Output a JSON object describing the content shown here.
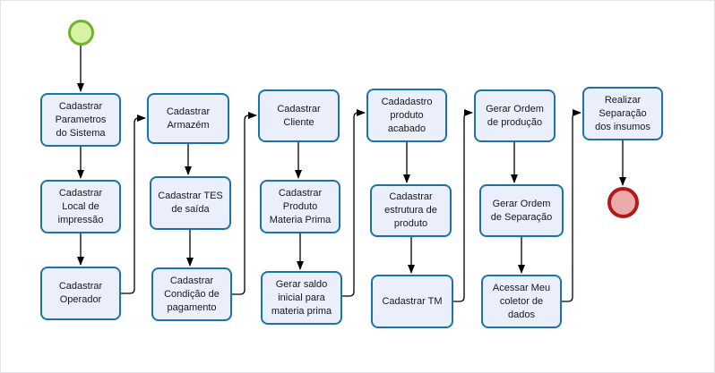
{
  "diagram": {
    "type": "flowchart",
    "colors": {
      "background": "#ffffff",
      "frame_border": "#e4e4e8",
      "task_fill": "#eaeffb",
      "task_border": "#1a73aa",
      "task_text": "#14181f",
      "start_fill": "#d7f1a5",
      "start_border": "#72b02f",
      "end_fill": "#ebabab",
      "end_border": "#b11a1a",
      "connector": "#000000"
    },
    "events": {
      "start": "start-event",
      "end": "end-event"
    },
    "tasks": [
      {
        "id": "cadastrar-parametros-do-sistema",
        "label": "Cadastrar Parametros do Sistema"
      },
      {
        "id": "cadastrar-local-de-impressao",
        "label": "Cadastrar Local de impressão"
      },
      {
        "id": "cadastrar-operador",
        "label": "Cadastrar Operador"
      },
      {
        "id": "cadastrar-armazem",
        "label": "Cadastrar Armazém"
      },
      {
        "id": "cadastrar-tes-de-saida",
        "label": "Cadastrar TES de saída"
      },
      {
        "id": "cadastrar-condicao-de-pagamento",
        "label": "Cadastrar Condição de pagamento"
      },
      {
        "id": "cadastrar-cliente",
        "label": "Cadastrar Cliente"
      },
      {
        "id": "cadastrar-produto-materia-prima",
        "label": "Cadastrar Produto Materia Prima"
      },
      {
        "id": "gerar-saldo-inicial-para-materia-prima",
        "label": "Gerar saldo inicial para materia prima"
      },
      {
        "id": "cadadastro-produto-acabado",
        "label": "Cadadastro produto acabado"
      },
      {
        "id": "cadastrar-estrutura-de-produto",
        "label": "Cadastrar estrutura de produto"
      },
      {
        "id": "cadastrar-tm",
        "label": "Cadastrar TM"
      },
      {
        "id": "gerar-ordem-de-producao",
        "label": "Gerar Ordem de produção"
      },
      {
        "id": "gerar-ordem-de-separacao",
        "label": "Gerar Ordem de Separação"
      },
      {
        "id": "acessar-meu-coletor-de-dados",
        "label": "Acessar Meu coletor de dados"
      },
      {
        "id": "realizar-separacao-dos-insumos",
        "label": "Realizar Separação dos insumos"
      }
    ]
  }
}
